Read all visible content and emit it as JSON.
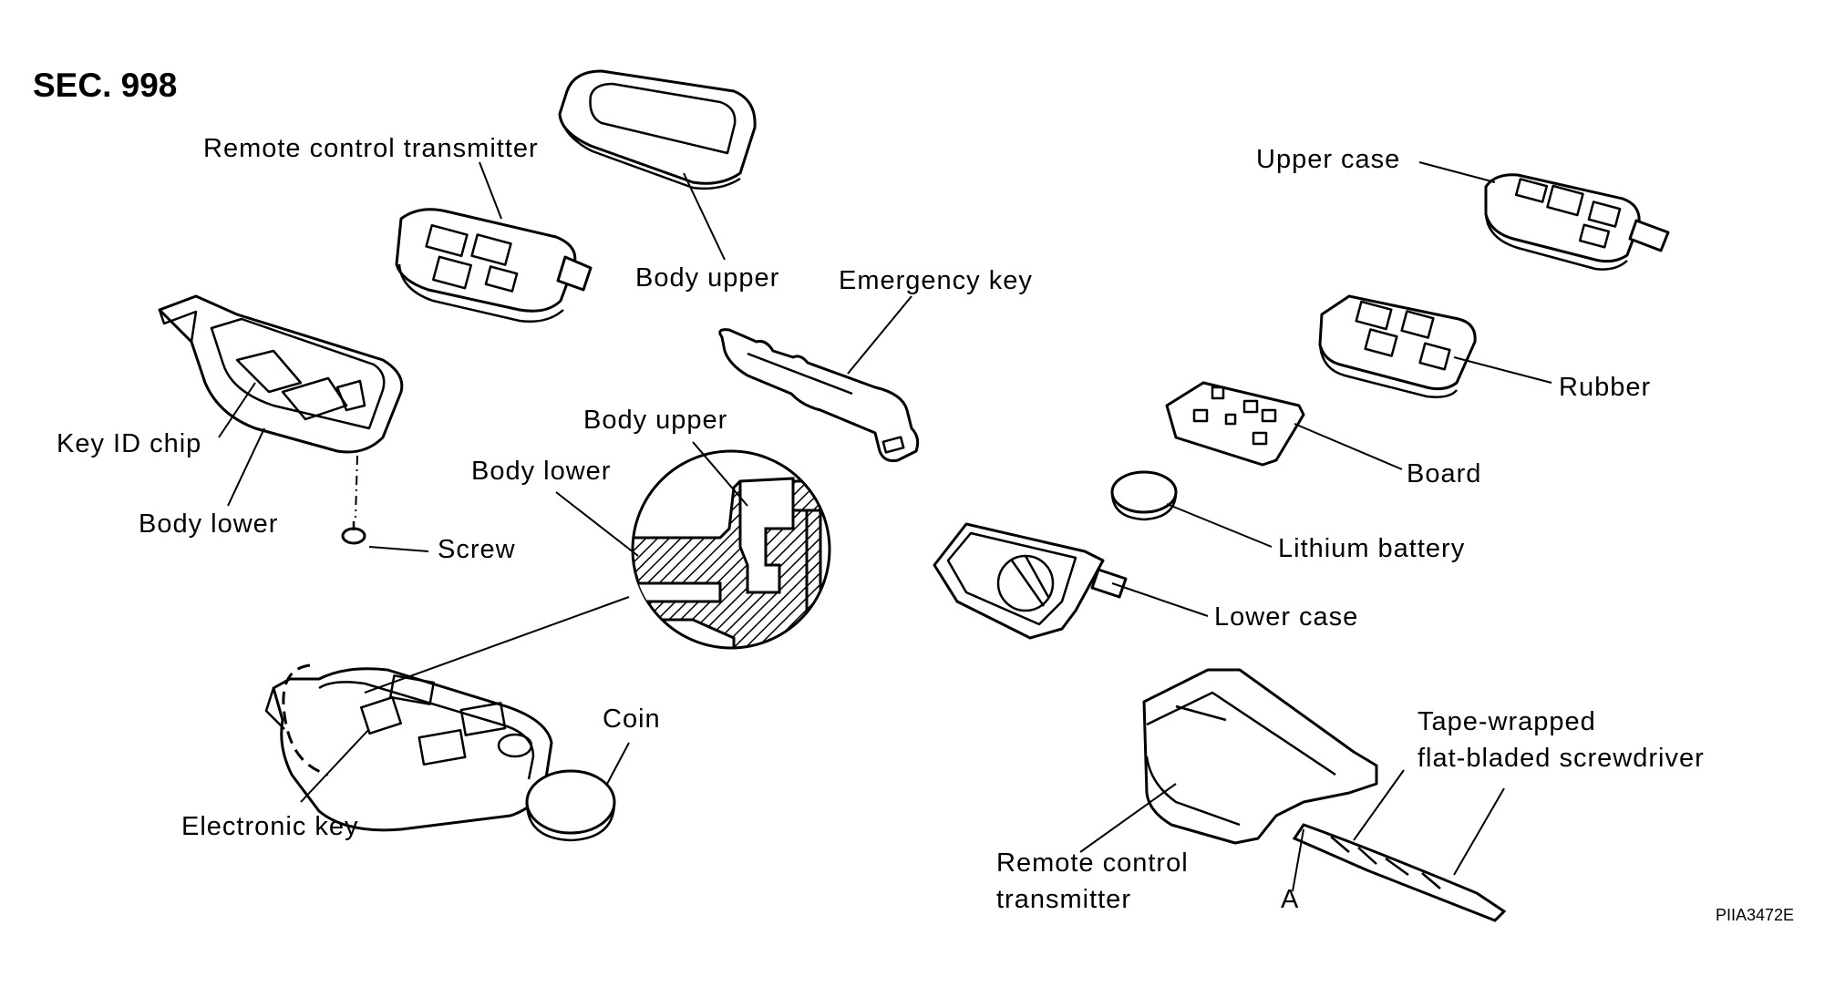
{
  "section": "SEC. 998",
  "figure_code": "PIIA3472E",
  "labels": {
    "remote_control_transmitter_top": "Remote control transmitter",
    "body_upper_top": "Body upper",
    "emergency_key": "Emergency key",
    "key_id_chip": "Key ID chip",
    "body_lower_left": "Body lower",
    "screw": "Screw",
    "body_upper_detail": "Body upper",
    "body_lower_detail": "Body lower",
    "coin": "Coin",
    "electronic_key": "Electronic key",
    "upper_case": "Upper case",
    "rubber": "Rubber",
    "board": "Board",
    "lithium_battery": "Lithium battery",
    "lower_case": "Lower case",
    "tape_wrapped_line1": "Tape-wrapped",
    "tape_wrapped_line2": "flat-bladed screwdriver",
    "rct_bottom_line1": "Remote control",
    "rct_bottom_line2": "transmitter",
    "point_a": "A"
  }
}
